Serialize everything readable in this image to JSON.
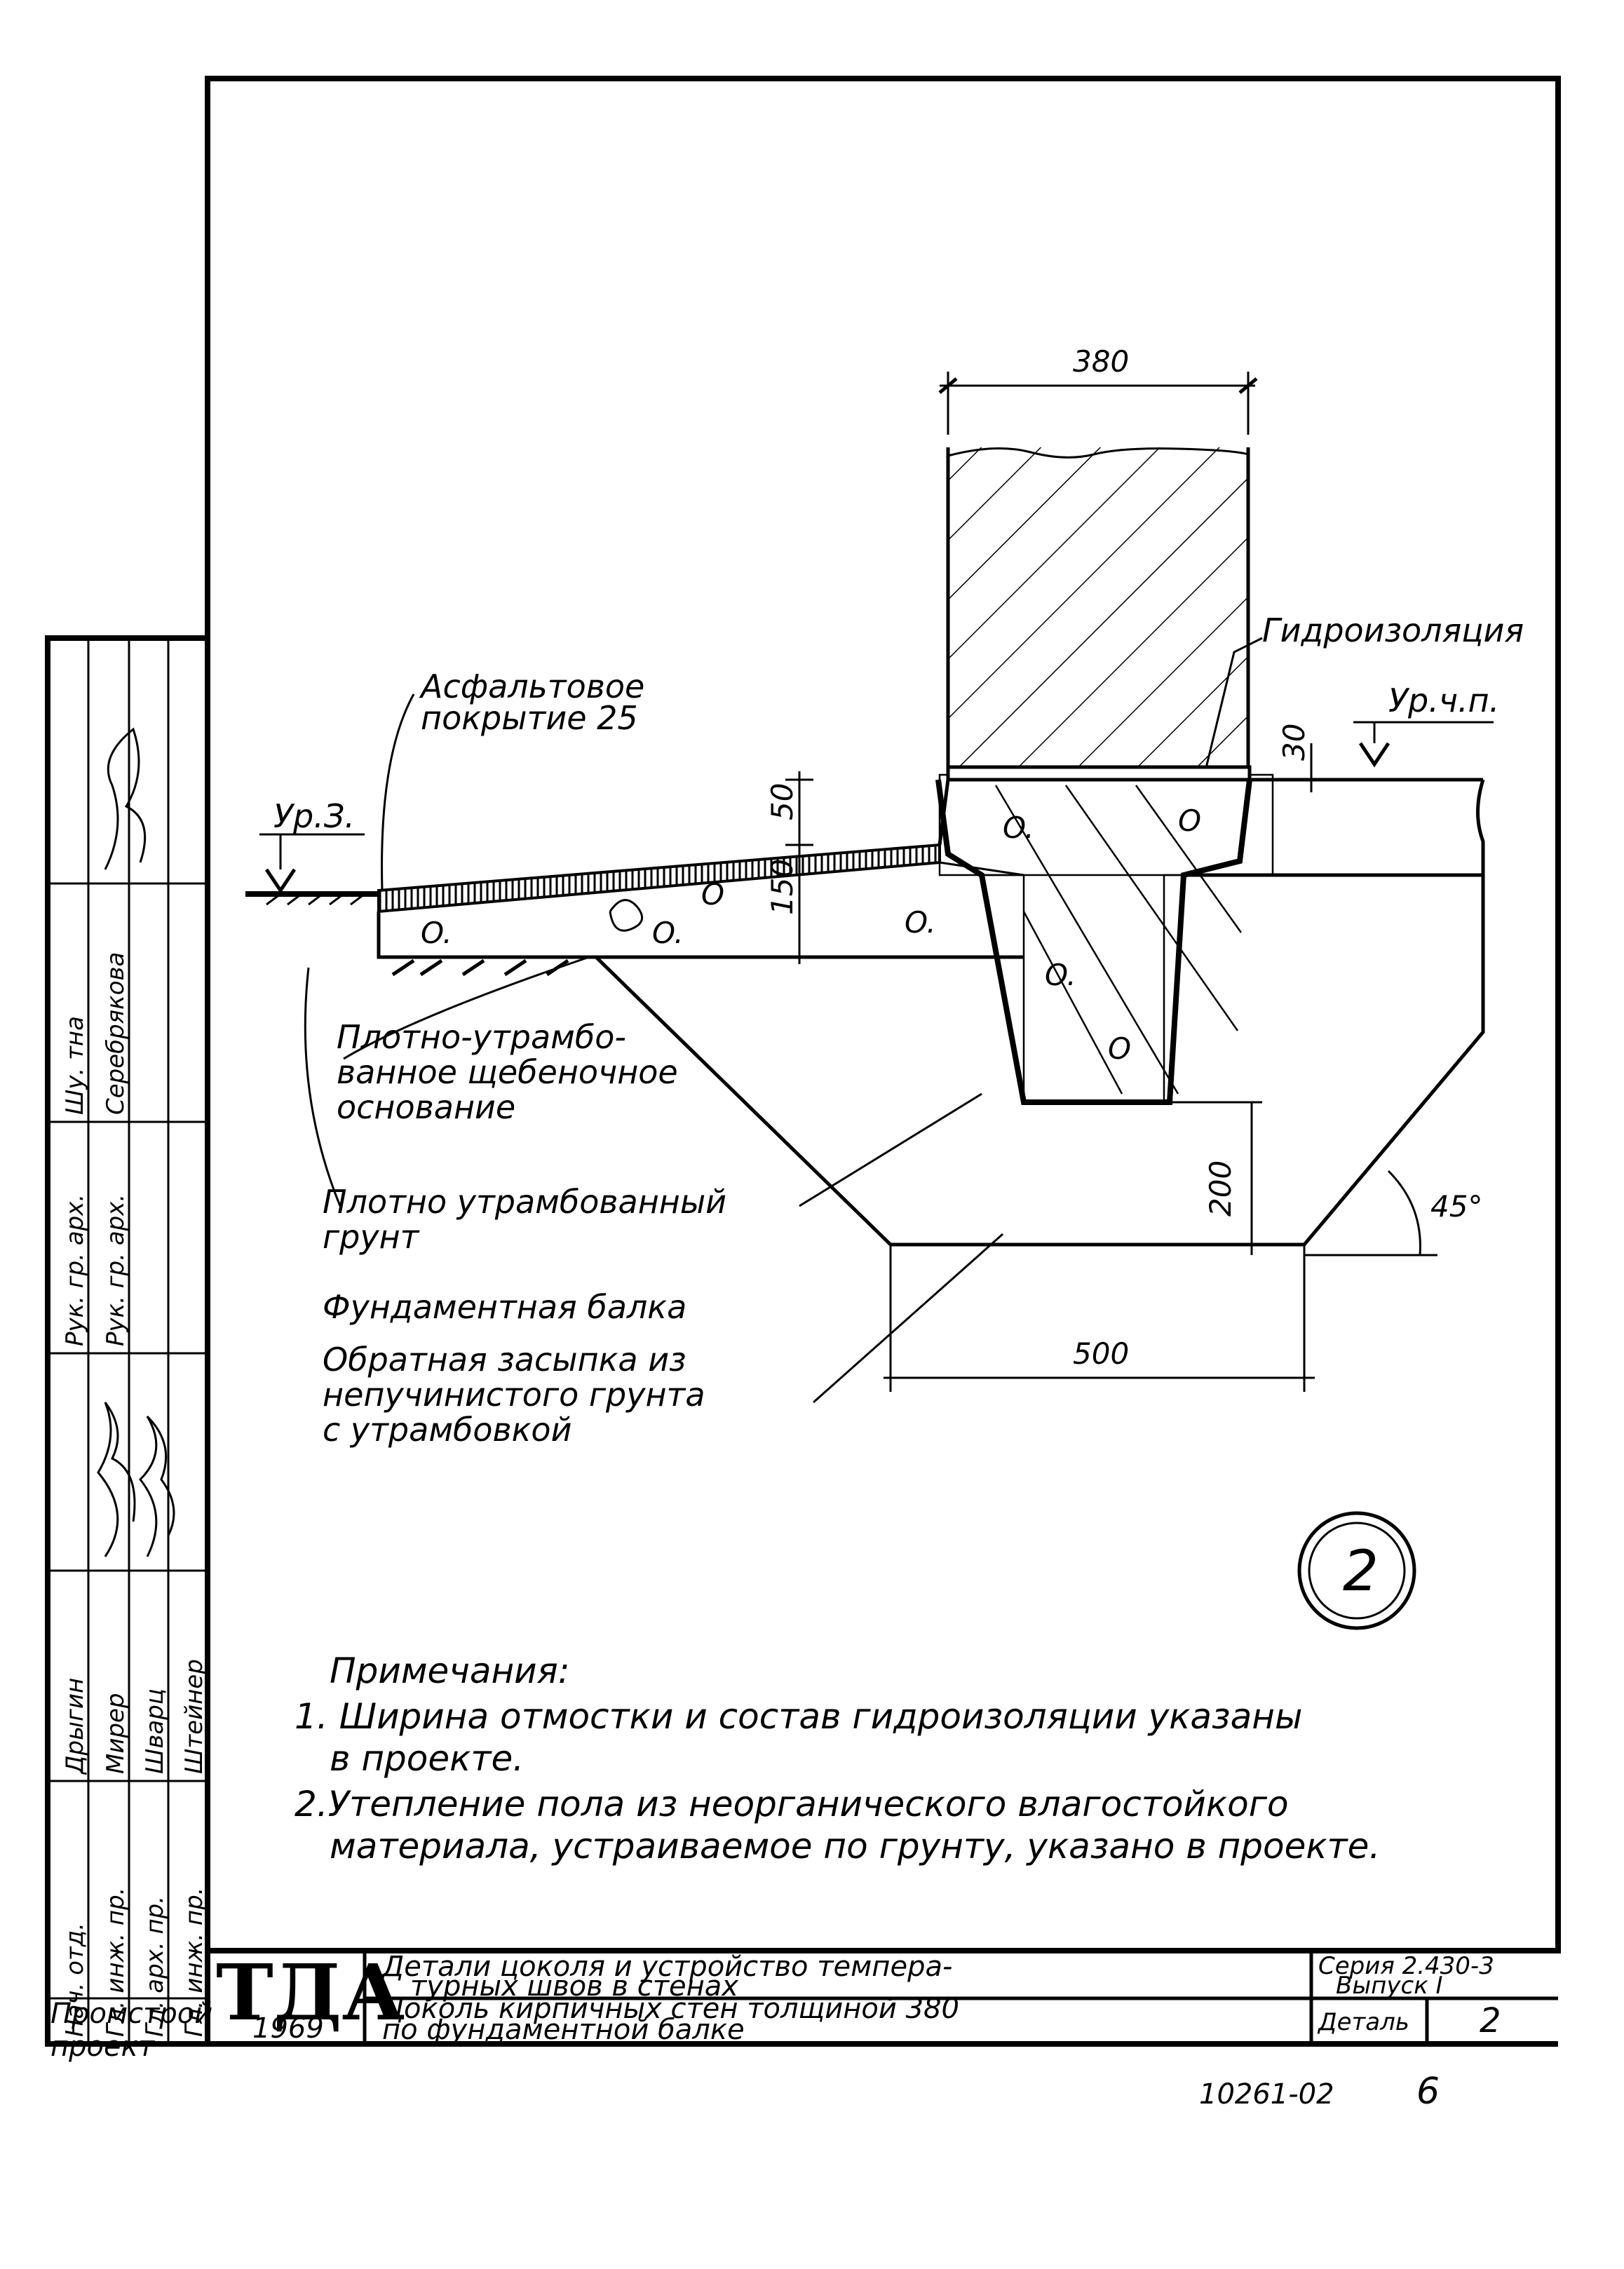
{
  "drawing": {
    "detail_marker": "2",
    "dimensions": {
      "wall_width": "380",
      "asphalt_thickness": "50",
      "base_thickness": "150",
      "waterproof_thickness": "30",
      "beam_depth": "200",
      "beam_width": "500",
      "angle": "45°"
    },
    "levels": {
      "ground_level": "Ур.З.",
      "floor_level": "Ур.ч.п."
    },
    "labels": {
      "waterproofing": "Гидроизоляция",
      "asphalt_line1": "Асфальтовое",
      "asphalt_line2": "покрытие 25",
      "crushed_stone_line1": "Плотно-утрамбо-",
      "crushed_stone_line2": "ванное щебеночное",
      "crushed_stone_line3": "основание",
      "soil_line1": "Плотно утрамбованный",
      "soil_line2": "грунт",
      "beam": "Фундаментная балка",
      "backfill_line1": "Обратная засыпка из",
      "backfill_line2": "непучинистого грунта",
      "backfill_line3": "с утрамбовкой"
    }
  },
  "notes": {
    "heading": "Примечания:",
    "item1_line1": "1. Ширина отмостки и состав гидроизоляции указаны",
    "item1_line2": "в проекте.",
    "item2_line1": "2.Утепление пола из неорганического влагостойкого",
    "item2_line2": "материала, устраиваемое по грунту, указано в проекте."
  },
  "title_block": {
    "org_mark": "ТДА",
    "org_line1": "Промстрой",
    "org_line2": "проект",
    "year": "1969",
    "title_line1": "Детали цоколя и устройство темпера-",
    "title_line2": "турных швов в стенах",
    "subtitle_line1": "Цоколь кирпичных стен толщиной 380",
    "subtitle_line2": "по фундаментной балке",
    "series_line1": "Серия 2.430-3",
    "series_line2": "Выпуск I",
    "detail_label": "Деталь",
    "detail_number": "2",
    "doc_number": "10261-02",
    "sheet_number": "6"
  },
  "signature_block": {
    "roles": [
      "Нач. отд.",
      "Гл. инж. пр.",
      "Гл. арх. пр.",
      "Гл. инж. пр.",
      "Рук. гр. арх.",
      "Рук. гр. арх.",
      "Шу. тна"
    ],
    "names": [
      "Дрыгин",
      "Мирер",
      "Шварц",
      "Штейнер",
      "Серебрякова"
    ]
  }
}
